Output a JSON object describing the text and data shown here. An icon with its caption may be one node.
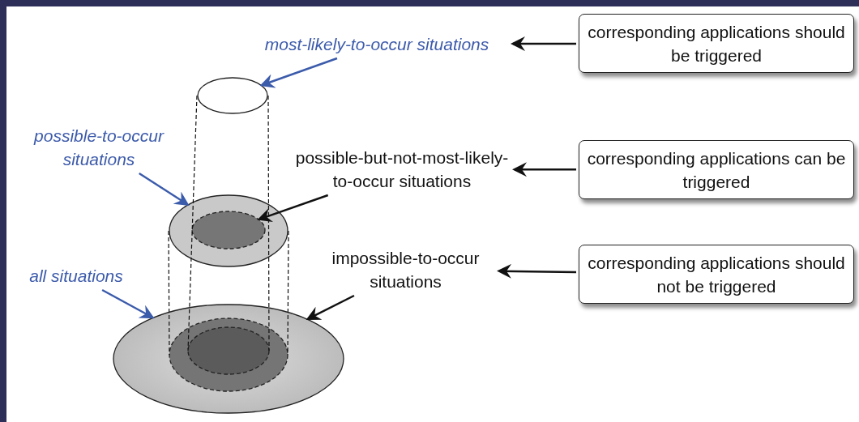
{
  "diagram": {
    "nodes": [
      {
        "text": [
          "most-likely-to-occur situations"
        ]
      },
      {
        "text": [],
        "shape": "ellipse"
      },
      {
        "text": [
          "possible-to-occur situations"
        ]
      },
      {
        "text": [],
        "shape": "ellipse"
      },
      {
        "text": [],
        "shape": "ellipse",
        "in": 3
      },
      {
        "text": [
          "possible-but-not-most-likely-to-occur situations"
        ]
      },
      {
        "text": [
          "all situations"
        ]
      },
      {
        "text": [],
        "shape": "ellipse"
      },
      {
        "text": [
          "impossible-to-occur situations"
        ]
      },
      {
        "text": [
          "corresponding applications should be triggered"
        ]
      },
      {
        "text": [
          "corresponding applications can be triggered"
        ]
      },
      {
        "text": [
          "corresponding applications should not be triggered"
        ]
      }
    ],
    "edges": [
      {
        "from": 0,
        "to": 1,
        "arrow": "to",
        "color": "#3b5bab"
      },
      {
        "from": 2,
        "to": 3,
        "arrow": "to",
        "color": "#3b5bab"
      },
      {
        "from": 6,
        "to": 7,
        "arrow": "to",
        "color": "#3b5bab"
      },
      {
        "from": 5,
        "to": 4,
        "arrow": "to"
      },
      {
        "from": 8,
        "to": 7,
        "arrow": "to"
      },
      {
        "from": 9,
        "to": 0,
        "arrow": "to"
      },
      {
        "from": 10,
        "to": 5,
        "arrow": "to"
      },
      {
        "from": 11,
        "to": 8,
        "arrow": "to"
      },
      {
        "from": 1,
        "to": 7,
        "arrow": "none",
        "style": "dashed"
      },
      {
        "from": 1,
        "to": 7,
        "arrow": "none",
        "style": "dashed"
      },
      {
        "from": 3,
        "to": 7,
        "arrow": "none",
        "style": "dashed"
      },
      {
        "from": 3,
        "to": 7,
        "arrow": "none",
        "style": "dashed"
      }
    ]
  }
}
